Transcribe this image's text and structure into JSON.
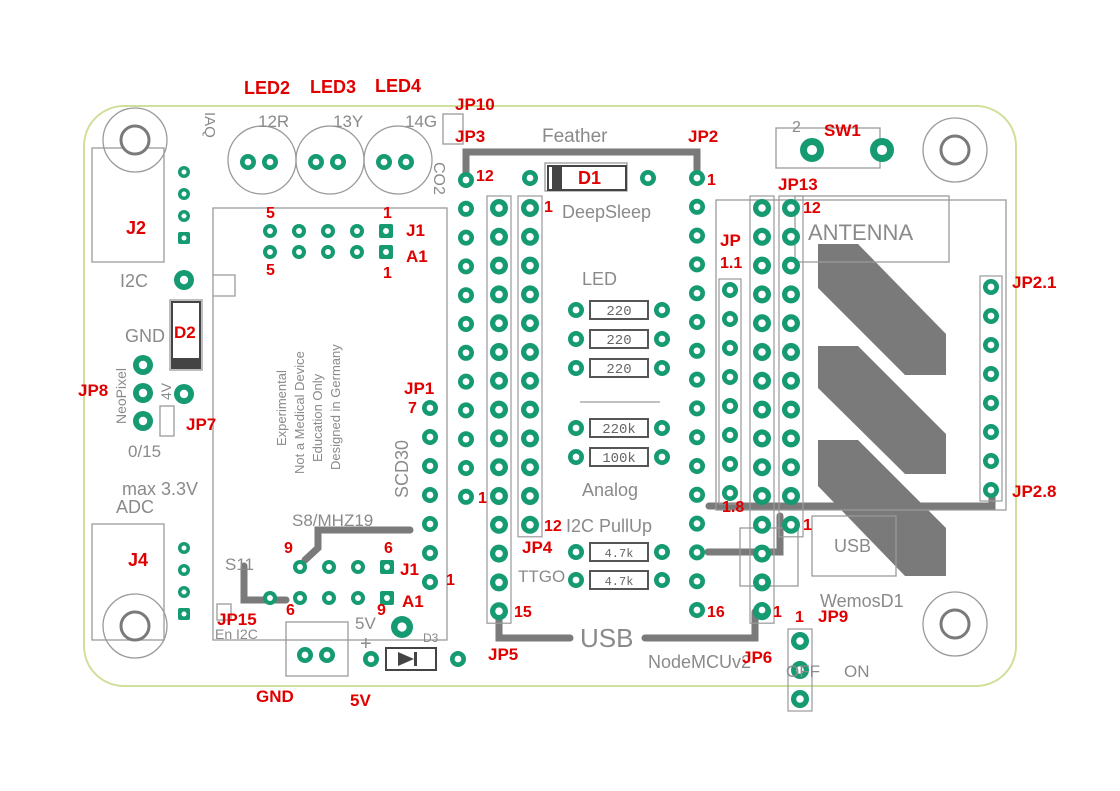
{
  "colors": {
    "board_outline": "#cfe09a",
    "pad": "#159a72",
    "silkscreen": "#8a8a8a",
    "trace": "#7a7a7a",
    "annotation": "#e00000"
  },
  "silk": {
    "led2_pin": "12R",
    "led3_pin": "13Y",
    "led4_pin": "14G",
    "iaq": "IAQ",
    "co2": "CO2",
    "feather": "Feather",
    "deepsleep": "DeepSleep",
    "led": "LED",
    "analog": "Analog",
    "i2c_pullup": "I2C PullUp",
    "ttgo": "TTGO",
    "usb_big": "USB",
    "nodemcu": "NodeMCUv2",
    "antenna": "ANTENNA",
    "usb_small": "USB",
    "wemos": "WemosD1",
    "i2c": "I2C",
    "gnd": "GND",
    "neopixel": "NeoPixel",
    "v4": "4V",
    "adc_range": "0/15",
    "max33": "max 3.3V",
    "adc": "ADC",
    "s8": "S8/MHZ19",
    "s11": "S11",
    "en_i2c": "En I2C",
    "v5": "5V",
    "plus": "+",
    "d3": "D3",
    "scd30": "SCD30",
    "off": "OFF",
    "on": "ON",
    "sw_2": "2",
    "notice": [
      "Experimental",
      "Not a Medical Device",
      "Education Only",
      "Designed in Germany"
    ],
    "resistors": [
      "220",
      "220",
      "220",
      "220k",
      "100k",
      "4.7k",
      "4.7k"
    ]
  },
  "labels": {
    "led2": "LED2",
    "led3": "LED3",
    "led4": "LED4",
    "jp10": "JP10",
    "jp3": "JP3",
    "jp2": "JP2",
    "sw1": "SW1",
    "jp13": "JP13",
    "j2": "J2",
    "d1": "D1",
    "j1_top": "J1",
    "a1_top": "A1",
    "jp": "JP",
    "jp_1_1": "1.1",
    "jp2_1": "JP2.1",
    "d2": "D2",
    "jp8": "JP8",
    "jp7": "JP7",
    "jp1": "JP1",
    "jp2_8": "JP2.8",
    "jp1_8": "1.8",
    "j4": "J4",
    "jp4": "JP4",
    "j1_bot": "J1",
    "a1_bot": "A1",
    "jp15": "JP15",
    "jp5": "JP5",
    "jp6": "JP6",
    "jp9": "JP9",
    "gnd": "GND",
    "v5": "5V"
  },
  "pin_numbers": {
    "jp3_12": "12",
    "d1_1": "1",
    "jp2_1": "1",
    "jp13_12": "12",
    "j1_5": "5",
    "j1_1": "1",
    "a1_5": "5",
    "a1_1": "1",
    "jp1_7": "7",
    "jp1_1": "1",
    "left_1": "1",
    "jp4_12": "12",
    "jp5_15": "15",
    "jp2_16": "16",
    "jp6_1": "1",
    "jp13_1": "1",
    "jp9_1": "1",
    "s8_9": "9",
    "s8_6": "6",
    "s8_6b": "6",
    "s8_9b": "9"
  }
}
